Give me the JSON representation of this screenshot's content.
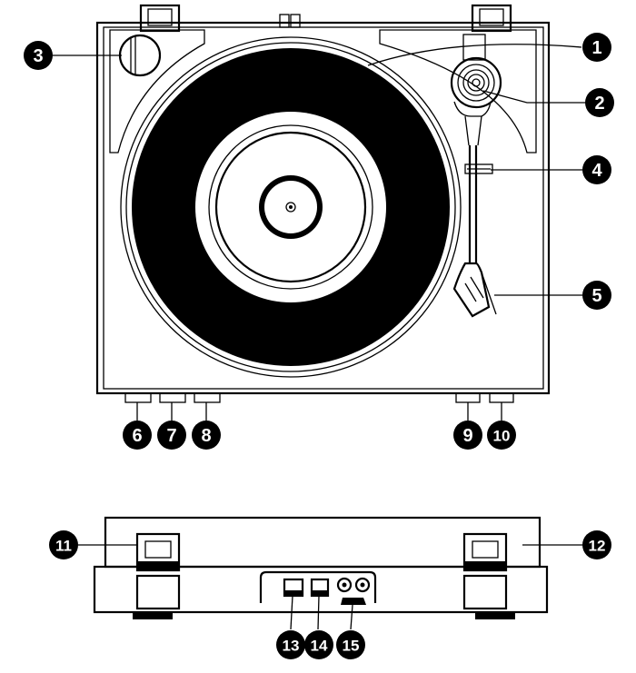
{
  "callouts": [
    {
      "id": "1",
      "label": "1"
    },
    {
      "id": "2",
      "label": "2"
    },
    {
      "id": "3",
      "label": "3"
    },
    {
      "id": "4",
      "label": "4"
    },
    {
      "id": "5",
      "label": "5"
    },
    {
      "id": "6",
      "label": "6"
    },
    {
      "id": "7",
      "label": "7"
    },
    {
      "id": "8",
      "label": "8"
    },
    {
      "id": "9",
      "label": "9"
    },
    {
      "id": "10",
      "label": "10"
    },
    {
      "id": "11",
      "label": "11"
    },
    {
      "id": "12",
      "label": "12"
    },
    {
      "id": "13",
      "label": "13"
    },
    {
      "id": "14",
      "label": "14"
    },
    {
      "id": "15",
      "label": "15"
    }
  ],
  "colors": {
    "ink": "#000000",
    "paper": "#ffffff",
    "callout_fill": "#000000"
  }
}
